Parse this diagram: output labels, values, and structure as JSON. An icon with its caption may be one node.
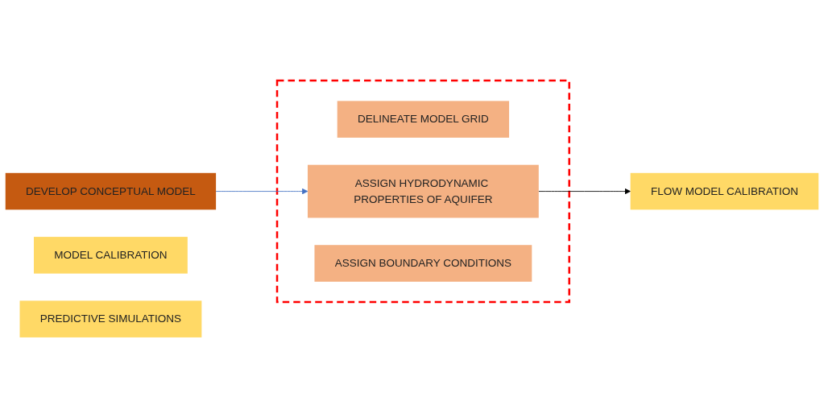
{
  "diagram": {
    "nodes": [
      {
        "text": [
          "DEVELOP CONCEPTUAL MODEL"
        ]
      },
      {
        "text": [],
        "shape": "box"
      },
      {
        "text": [
          "DELINEATE MODEL GRID"
        ],
        "in": 1
      },
      {
        "text": [
          "ASSIGN HYDRODYNAMIC PROPERTIES OF AQUIFER"
        ],
        "in": 1
      },
      {
        "text": [
          "ASSIGN BOUNDARY CONDITIONS"
        ],
        "in": 1
      },
      {
        "text": [
          "FLOW MODEL CALIBRATION"
        ]
      },
      {
        "text": [
          "MODEL CALIBRATION"
        ]
      },
      {
        "text": [
          "PREDICTIVE SIMULATIONS"
        ]
      }
    ],
    "edges": [
      {
        "from": 0,
        "to": 3,
        "arrow": "to",
        "color": "#4472c4"
      },
      {
        "from": 3,
        "to": 5,
        "arrow": "to",
        "color": "#000000"
      }
    ]
  }
}
